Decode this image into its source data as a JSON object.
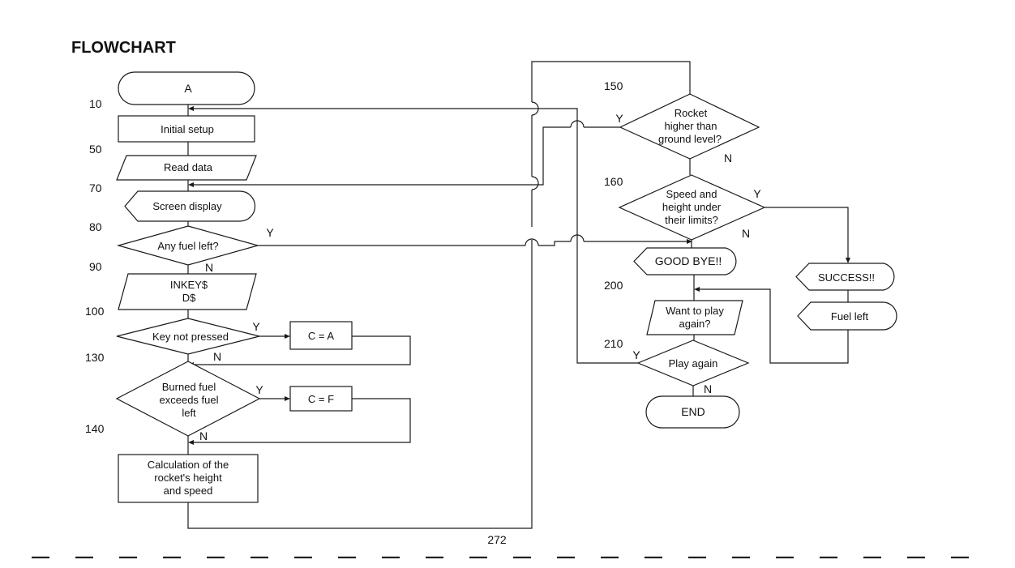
{
  "title": "FLOWCHART",
  "page_number": "272",
  "line_numbers": {
    "n10": "10",
    "n50": "50",
    "n70": "70",
    "n80": "80",
    "n90": "90",
    "n100": "100",
    "n130": "130",
    "n140": "140",
    "n150": "150",
    "n160": "160",
    "n200": "200",
    "n210": "210"
  },
  "nodes": {
    "start": {
      "type": "terminal",
      "lines": [
        "A"
      ]
    },
    "initial_setup": {
      "type": "process",
      "lines": [
        "Initial setup"
      ]
    },
    "read_data": {
      "type": "input-output",
      "lines": [
        "Read data"
      ]
    },
    "screen_display": {
      "type": "display",
      "lines": [
        "Screen display"
      ]
    },
    "any_fuel_left": {
      "type": "decision",
      "lines": [
        "Any fuel left?"
      ]
    },
    "inkey": {
      "type": "input-output",
      "lines": [
        "INKEY$",
        "D$"
      ]
    },
    "key_not_pressed": {
      "type": "decision",
      "lines": [
        "Key not pressed"
      ]
    },
    "c_equals_a": {
      "type": "process",
      "lines": [
        "C = A"
      ]
    },
    "burned_fuel": {
      "type": "decision",
      "lines": [
        "Burned fuel",
        "exceeds fuel",
        "left"
      ]
    },
    "c_equals_f": {
      "type": "process",
      "lines": [
        "C = F"
      ]
    },
    "calculation": {
      "type": "process",
      "lines": [
        "Calculation of the",
        "rocket's height",
        "and speed"
      ]
    },
    "rocket_higher": {
      "type": "decision",
      "lines": [
        "Rocket",
        "higher than",
        "ground level?"
      ]
    },
    "speed_height": {
      "type": "decision",
      "lines": [
        "Speed and",
        "height under",
        "their limits?"
      ]
    },
    "good_bye": {
      "type": "display",
      "lines": [
        "GOOD BYE!!"
      ]
    },
    "want_play": {
      "type": "input-output",
      "lines": [
        "Want to play",
        "again?"
      ]
    },
    "play_again": {
      "type": "decision",
      "lines": [
        "Play again"
      ]
    },
    "end": {
      "type": "terminal",
      "lines": [
        "END"
      ]
    },
    "success": {
      "type": "display",
      "lines": [
        "SUCCESS!!"
      ]
    },
    "fuel_left": {
      "type": "display",
      "lines": [
        "Fuel left"
      ]
    }
  },
  "edge_labels": {
    "any_fuel_yes": "Y",
    "any_fuel_no": "N",
    "key_yes": "Y",
    "key_no": "N",
    "burned_yes": "Y",
    "burned_no": "N",
    "rocket_yes": "Y",
    "rocket_no": "N",
    "speed_yes": "Y",
    "speed_no": "N",
    "play_yes": "Y",
    "play_no": "N"
  }
}
